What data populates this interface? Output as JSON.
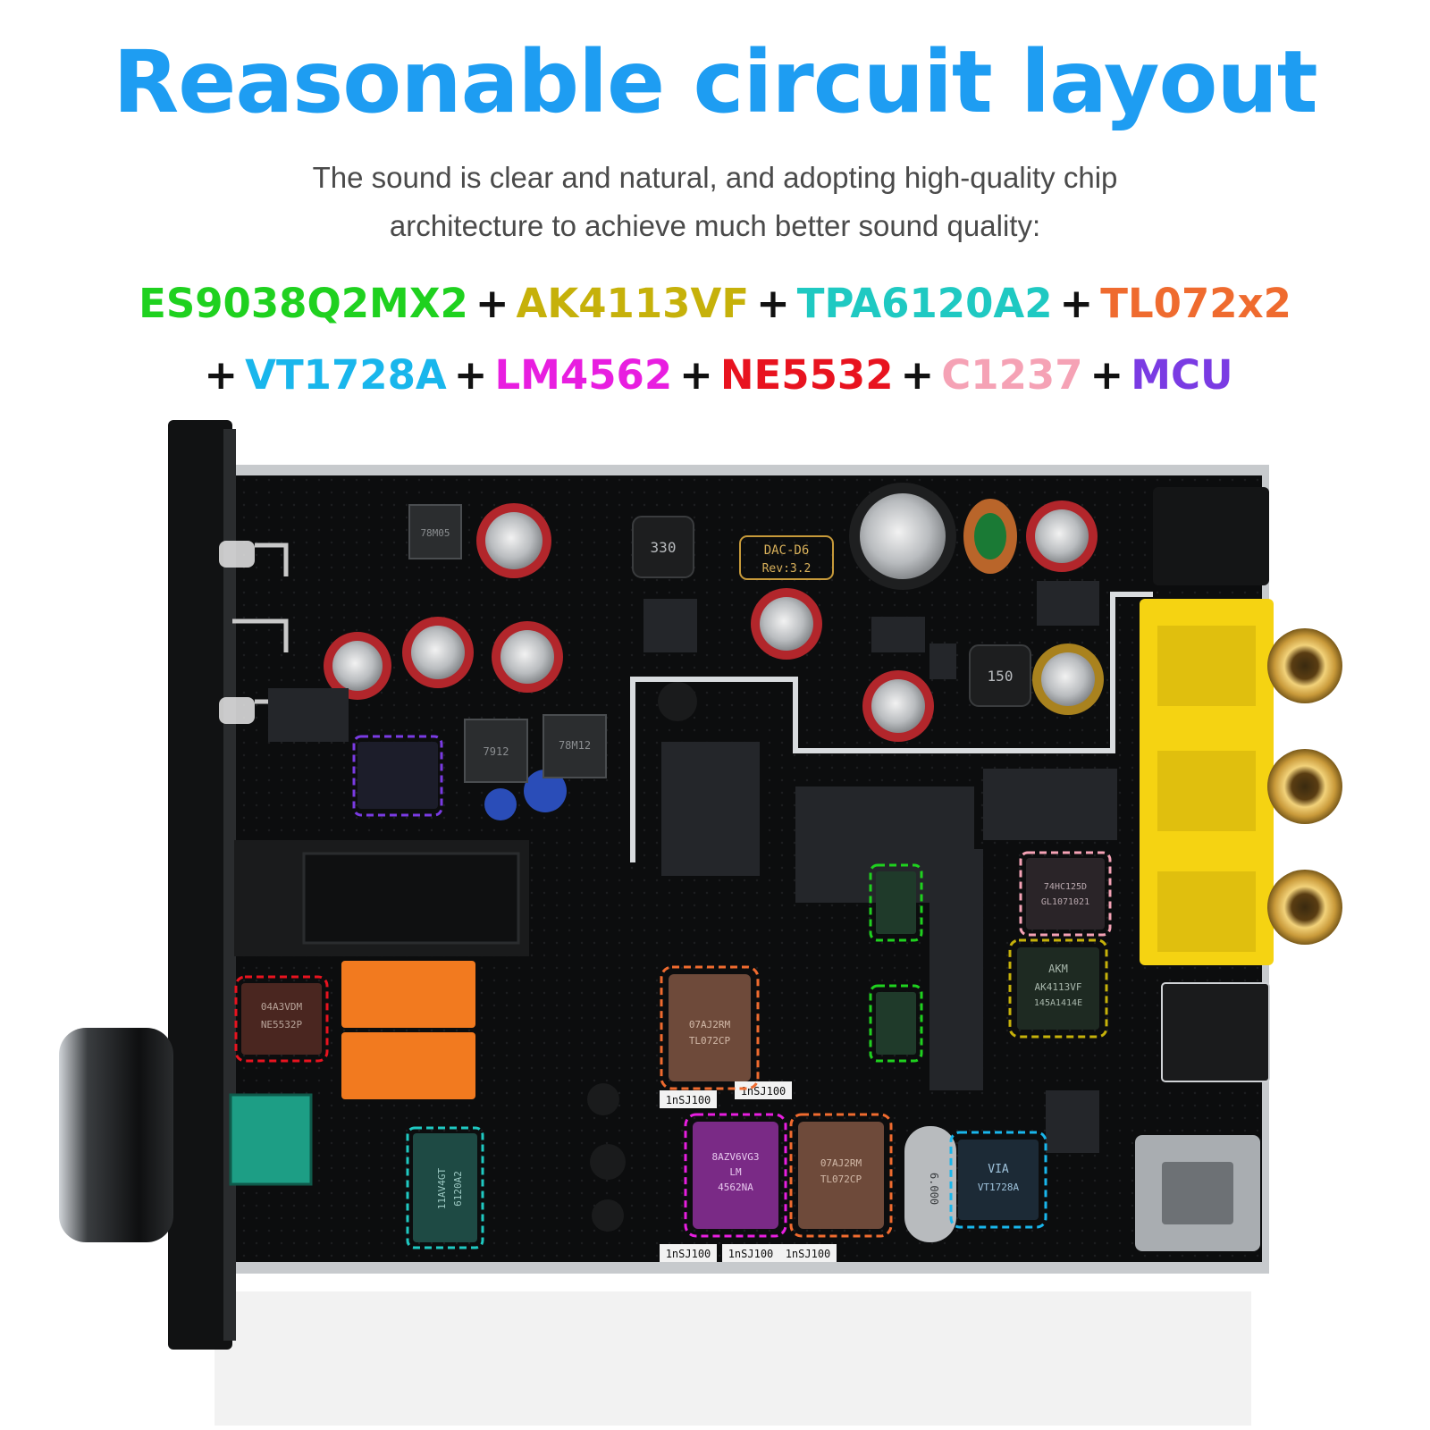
{
  "header": {
    "title": "Reasonable circuit layout",
    "subtitle_line1": "The sound is clear and natural, and adopting high-quality chip",
    "subtitle_line2": "architecture to achieve much better sound quality:"
  },
  "chip_list": {
    "separator": "+",
    "row1": [
      {
        "name": "ES9038Q2MX2",
        "color": "#1fd11f"
      },
      {
        "name": "AK4113VF",
        "color": "#c6b10a"
      },
      {
        "name": "TPA6120A2",
        "color": "#1fc9c2"
      },
      {
        "name": "TL072x2",
        "color": "#ef6b2f"
      }
    ],
    "row2": [
      {
        "name": "VT1728A",
        "color": "#19b6ec"
      },
      {
        "name": "LM4562",
        "color": "#e81ee0"
      },
      {
        "name": "NE5532",
        "color": "#e8131f"
      },
      {
        "name": "C1237",
        "color": "#f5a2b5"
      },
      {
        "name": "MCU",
        "color": "#7a3be3"
      }
    ]
  },
  "board": {
    "silkscreen_model": "DAC-D6",
    "silkscreen_rev": "Rev:3.2",
    "chip_markings": {
      "ne5532": [
        "04A3VDM",
        "NE5532P"
      ],
      "tl072_left": [
        "07AJ2RM",
        "TL072CP"
      ],
      "tl072_right": [
        "07AJ2RM",
        "TL072CP"
      ],
      "lm4562": [
        "8AZV6VG3",
        "LM",
        "4562NA"
      ],
      "tpa6120": [
        "11AV4GT",
        "6120A2"
      ],
      "ak4113": [
        "AKM",
        "AK4113VF",
        "145A1414E"
      ],
      "c1237": [
        "74HC125D",
        "GL1071021"
      ],
      "vt1728": [
        "VIA",
        "VT1728A"
      ],
      "inductor_330": "330",
      "inductor_150": "150",
      "crystal": "6.000",
      "regulators": [
        "78M05",
        "7912",
        "78M12"
      ],
      "resistors": [
        "1nSJ100",
        "1nSJ100",
        "1nSJ100",
        "1nSJ100",
        "1nSJ100"
      ]
    },
    "highlight_colors": {
      "mcu": "#7a3be3",
      "ne5532": "#e8131f",
      "tl072": "#ef6b2f",
      "lm4562": "#e81ee0",
      "tpa6120": "#1fc9c2",
      "es9038": "#1fd11f",
      "ak4113": "#c6b10a",
      "c1237": "#f5a2b5",
      "vt1728": "#19b6ec"
    }
  }
}
